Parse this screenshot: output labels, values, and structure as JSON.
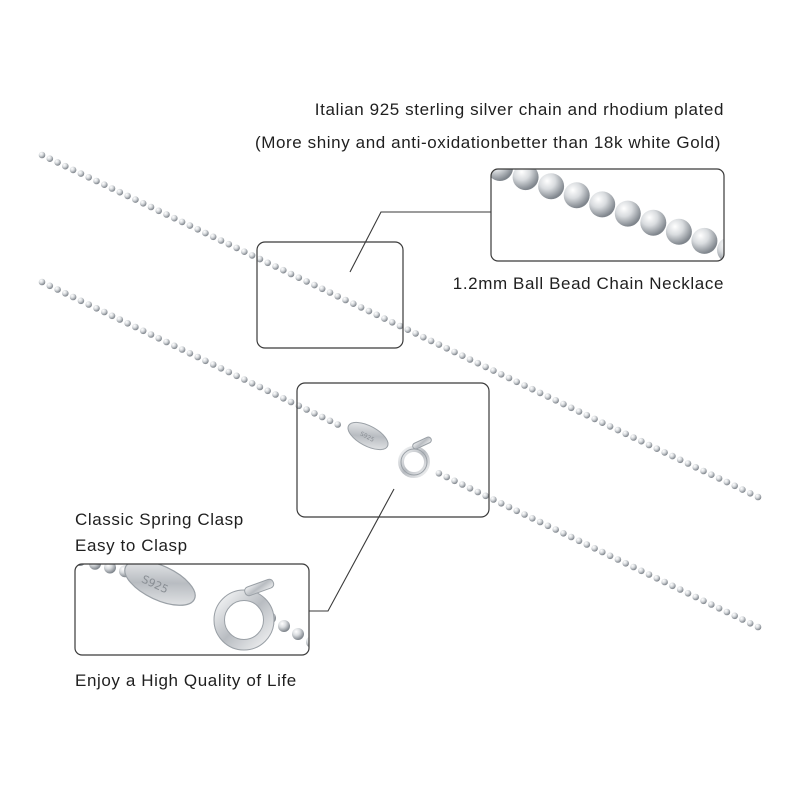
{
  "header": {
    "line1": "Italian 925 sterling silver chain and rhodium plated",
    "line2": "(More shiny and anti-oxidationbetter than 18k white Gold)"
  },
  "chain_callout": {
    "label": "1.2mm Ball Bead Chain Necklace"
  },
  "clasp_callout": {
    "line1": "Classic Spring Clasp",
    "line2": "Easy to Clasp"
  },
  "footer": {
    "tagline": "Enjoy a High Quality of Life"
  },
  "clasp_stamp": "S925",
  "colors": {
    "silver": "#c9ccd0",
    "silver_dark": "#8e949b",
    "outline": "#333333"
  }
}
